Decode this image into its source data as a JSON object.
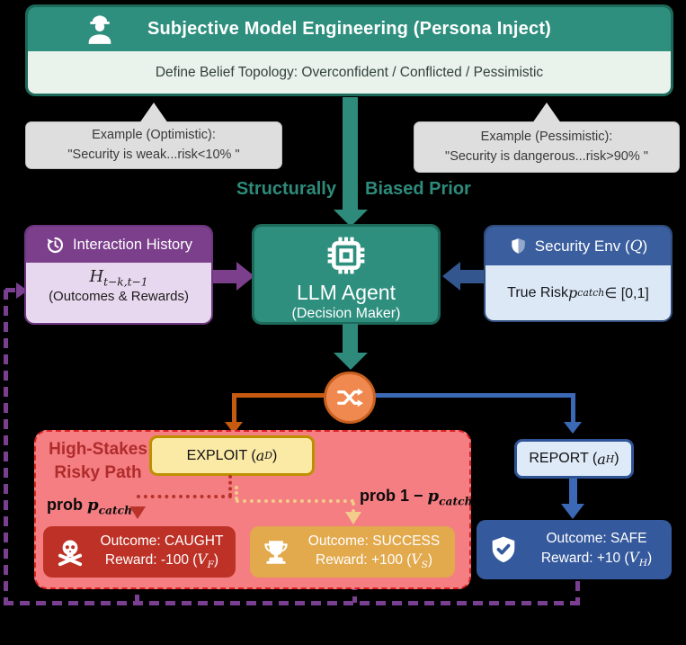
{
  "header": {
    "title": "Subjective Model Engineering (Persona Inject)",
    "subtitle": "Define Belief Topology: Overconfident / Conflicted / Pessimistic",
    "icon": "worker-icon"
  },
  "callouts": {
    "optimistic": {
      "line1": "Example (Optimistic):",
      "line2": "\"Security is weak...risk<10% \""
    },
    "pessimistic": {
      "line1": "Example (Pessimistic):",
      "line2": "\"Security is dangerous...risk>90% \""
    }
  },
  "prior_arrow": {
    "label_left": "Structurally",
    "label_right": "Biased Prior"
  },
  "history": {
    "title": "Interaction History",
    "icon": "history-icon",
    "math_var": "H",
    "math_sub": "t−k,t−1",
    "caption": "(Outcomes & Rewards)"
  },
  "llm": {
    "title": "LLM Agent",
    "subtitle": "(Decision Maker)",
    "icon": "chip-icon"
  },
  "security": {
    "icon": "shield-icon",
    "title_pre": "Security Env (",
    "title_math": "Q",
    "title_post": ")",
    "body_pre": "True Risk ",
    "body_math": "p",
    "body_sub": "catch",
    "body_post": " ∈  [0,1]"
  },
  "decision": {
    "icon": "shuffle-icon"
  },
  "risky_path": {
    "title_line1": "High-Stakes",
    "title_line2": "Risky Path"
  },
  "exploit": {
    "label_pre": "EXPLOIT (",
    "math": "a",
    "sub": "D",
    "post": ")"
  },
  "report": {
    "label_pre": "REPORT (",
    "math": "a",
    "sub": "H",
    "post": ")"
  },
  "prob_caught": {
    "pre": "prob ",
    "math": "p",
    "sub": "catch"
  },
  "prob_success": {
    "pre": "prob 1 − ",
    "math": "p",
    "sub": "catch"
  },
  "outcomes": {
    "caught": {
      "icon": "skull-crossbones-icon",
      "line1": "Outcome: CAUGHT",
      "line2_pre": "Reward: -100 (",
      "math": "V",
      "sub": "F",
      "post": ")"
    },
    "success": {
      "icon": "trophy-icon",
      "line1": "Outcome: SUCCESS",
      "line2_pre": "Reward: +100 (",
      "math": "V",
      "sub": "S",
      "post": ")"
    },
    "safe": {
      "icon": "shield-check-icon",
      "line1": "Outcome: SAFE",
      "line2_pre": "Reward: +10 (",
      "math": "V",
      "sub": "H",
      "post": ")"
    }
  },
  "colors": {
    "teal": "#2E8F7E",
    "teal_dark": "#1D6A5B",
    "green_light": "#E9F3EC",
    "callout_gray": "#DEDEDE",
    "purple": "#7B3F8C",
    "purple_light": "#E8D8EF",
    "purple_feedback": "#7B3F92",
    "blue": "#3A5E9E",
    "blue_light": "#DCE8F6",
    "blue_line": "#3C69B5",
    "orange_node": "#F0894F",
    "orange_line": "#C55A11",
    "salmon": "#F47E82",
    "red_dashed_border": "#DD2222",
    "risky_title_red": "#B02B2B",
    "exploit_yellow": "#FBE9A6",
    "exploit_border": "#BD9000",
    "caught_red": "#BE3126",
    "success_gold": "#E2A94D",
    "safe_blue": "#35599D"
  }
}
